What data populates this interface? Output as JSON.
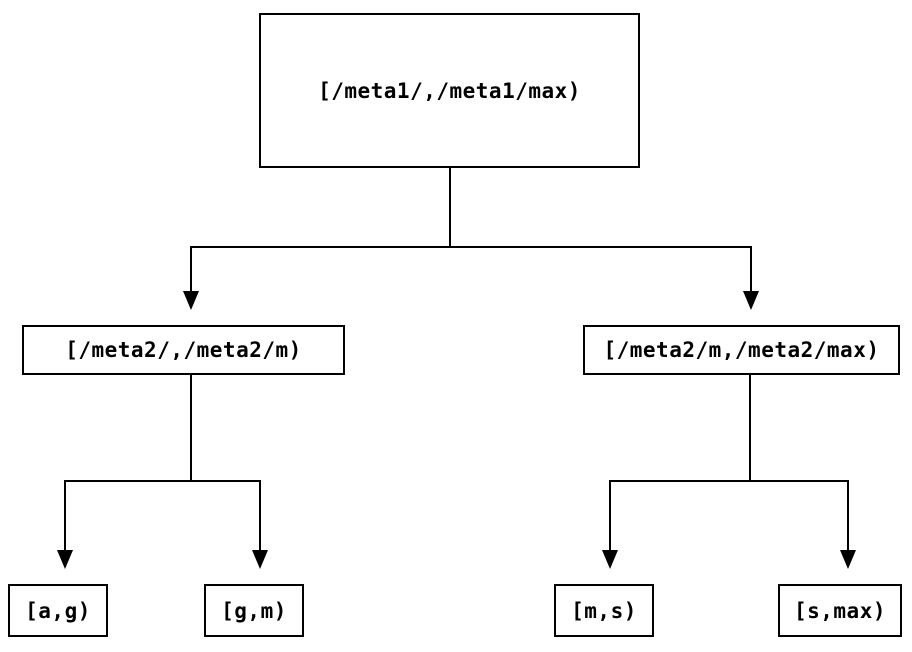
{
  "diagram": {
    "type": "tree",
    "background_color": "#ffffff",
    "line_color": "#000000",
    "node_border_color": "#000000",
    "text_color": "#000000",
    "nodes": [
      {
        "id": "root",
        "label": "[/meta1/,/meta1/max)",
        "level": 1
      },
      {
        "id": "left",
        "label": "[/meta2/,/meta2/m)",
        "level": 2
      },
      {
        "id": "right",
        "label": "[/meta2/m,/meta2/max)",
        "level": 2
      },
      {
        "id": "leaf-ag",
        "label": "[a,g)",
        "level": 3
      },
      {
        "id": "leaf-gm",
        "label": "[g,m)",
        "level": 3
      },
      {
        "id": "leaf-ms",
        "label": "[m,s)",
        "level": 3
      },
      {
        "id": "leaf-smax",
        "label": "[s,max)",
        "level": 3
      }
    ],
    "edges": [
      {
        "from": "root",
        "to": "left",
        "arrow": "down"
      },
      {
        "from": "root",
        "to": "right",
        "arrow": "down"
      },
      {
        "from": "left",
        "to": "leaf-ag",
        "arrow": "down"
      },
      {
        "from": "left",
        "to": "leaf-gm",
        "arrow": "down"
      },
      {
        "from": "right",
        "to": "leaf-ms",
        "arrow": "down"
      },
      {
        "from": "right",
        "to": "leaf-smax",
        "arrow": "down"
      }
    ]
  }
}
